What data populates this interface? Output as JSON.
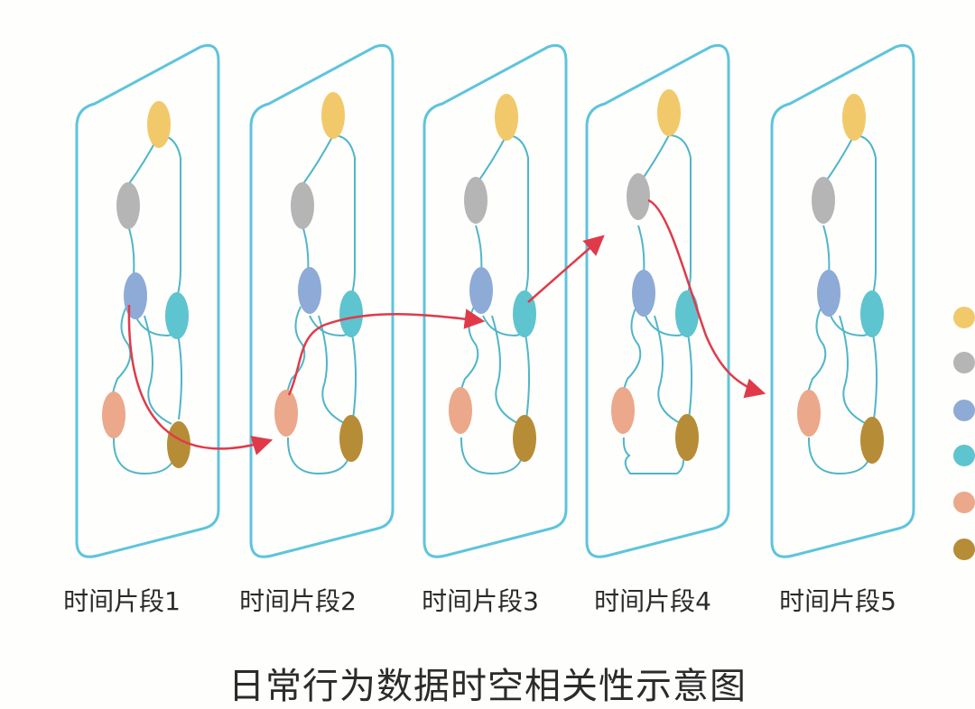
{
  "title": "日常行为数据时空相关性示意图",
  "slices": [
    {
      "label": "时间片段1"
    },
    {
      "label": "时间片段2"
    },
    {
      "label": "时间片段3"
    },
    {
      "label": "时间片段4"
    },
    {
      "label": "时间片段5"
    }
  ],
  "node_colors": {
    "yellow": "#f2c96a",
    "gray": "#b5b5b5",
    "blue": "#8eaad6",
    "teal": "#5ec4cf",
    "salmon": "#eba88a",
    "brown": "#b78c36"
  },
  "legend": [
    "yellow",
    "gray",
    "blue",
    "teal",
    "salmon",
    "brown"
  ],
  "frame_color": "#5ec4dc",
  "edge_color": "#4fb6c9",
  "arrow_color": "#e03a4a"
}
